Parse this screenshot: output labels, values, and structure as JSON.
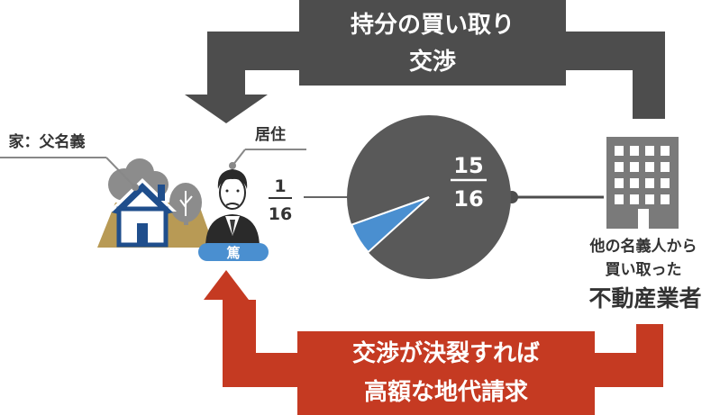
{
  "top_banner": {
    "line1": "持分の買い取り",
    "line2": "交渉"
  },
  "bottom_banner": {
    "line1": "交渉が決裂すれば",
    "line2": "高額な地代請求"
  },
  "house": {
    "label": "家：父名義"
  },
  "person": {
    "label": "居住",
    "badge": "篤"
  },
  "fraction_left": {
    "numerator": "1",
    "denominator": "16"
  },
  "fraction_right": {
    "numerator": "15",
    "denominator": "16"
  },
  "company": {
    "line1": "他の名義人から",
    "line2": "買い取った",
    "line3": "不動産業者"
  },
  "share": {
    "owner_fraction": 0.0625
  },
  "colors": {
    "gray_dark": "#4d4d4d",
    "gray_pie": "#595959",
    "gray_building": "#7a7a7a",
    "red": "#c53a22",
    "blue": "#4a8fd0",
    "navy": "#1f4e8c",
    "tree_green": "#8c8c8c",
    "ground": "#b89a55"
  }
}
